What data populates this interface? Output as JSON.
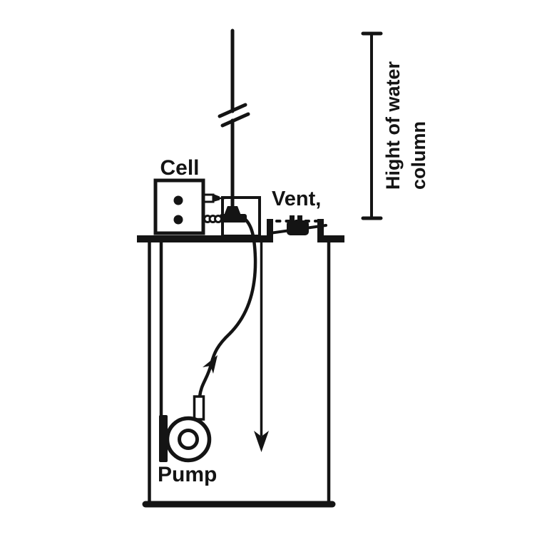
{
  "figure": {
    "type": "apparatus-schematic",
    "labels": {
      "cell": "Cell",
      "vent": "Vent,",
      "pump": "Pump",
      "water_column_line1": "Hight of water",
      "water_column_line2": "column"
    },
    "colors": {
      "ink": "#141414",
      "background": "#ffffff"
    },
    "components": [
      "standpipe",
      "pipe-break-icon",
      "cell-box",
      "cell-terminals",
      "cell-connectors",
      "tube-holder",
      "tube-stopper",
      "lid",
      "vent-valve-icon",
      "vessel",
      "pump-icon",
      "pump-mount",
      "flow-tube",
      "flow-arrow-icon",
      "down-arrow-icon",
      "height-bracket"
    ]
  }
}
